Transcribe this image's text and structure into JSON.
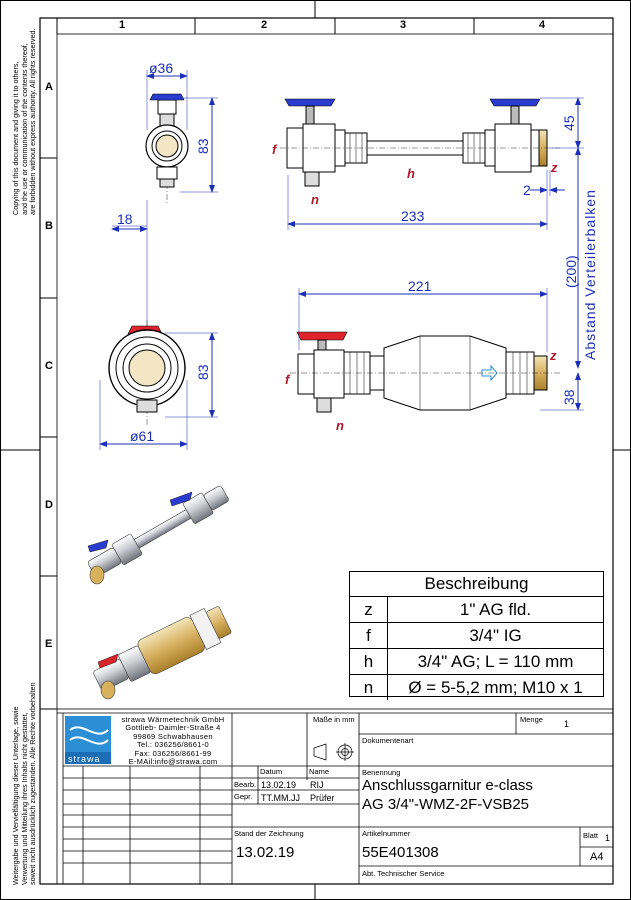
{
  "frame": {
    "columns": [
      "1",
      "2",
      "3",
      "4"
    ],
    "rows": [
      "A",
      "B",
      "C",
      "D",
      "E"
    ]
  },
  "copyright_en": [
    "Copying of this document and giving it to others,",
    "and the use or communication of the contents thereof,",
    "are forbidden without express authority. All rights reserved."
  ],
  "copyright_de": [
    "Weitergabe und Vervielfältigung dieser Unterlage, sowie",
    "Verwertung und Mitteilung ihres Inhalts nicht gestattet,",
    "soweit nicht ausdrücklich zugestanden. Alle Rechte vorbehalten"
  ],
  "dims": {
    "d36": "ø36",
    "h83a": "83",
    "w18": "18",
    "h83b": "83",
    "d61": "ø61",
    "h45": "45",
    "w2": "2",
    "l233": "233",
    "l221": "221",
    "h38": "38",
    "spacing": "(200)",
    "spacing_label": "Abstand Verteilerbalken"
  },
  "labels": {
    "f": "f",
    "n": "n",
    "h": "h",
    "z": "z"
  },
  "description": {
    "title": "Beschreibung",
    "rows": [
      {
        "key": "z",
        "value": "1\" AG fld."
      },
      {
        "key": "f",
        "value": "3/4\" IG"
      },
      {
        "key": "h",
        "value": "3/4\" AG; L = 110 mm"
      },
      {
        "key": "n",
        "value": "Ø = 5-5,2 mm; M10 x 1"
      }
    ]
  },
  "company": {
    "logo_text": "strawa",
    "lines": [
      "strawa Wärmetechnik GmbH",
      "Gottlieb- Daimler-Straße 4",
      "99869 Schwabhausen",
      "Tel.: 036256/8661-0",
      "Fax: 036256/8661-99",
      "E-MAil:info@strawa.com"
    ]
  },
  "titleblock": {
    "units_label": "Maße in mm",
    "menge_label": "Menge",
    "menge_value": "1",
    "doc_type_label": "Dokumentenart",
    "datum_label": "Datum",
    "name_label": "Name",
    "bearb_label": "Bearb.",
    "bearb_date": "13.02.19",
    "bearb_name": "RIJ",
    "gepr_label": "Gepr.",
    "gepr_date": "TT.MM.JJ",
    "gepr_name": "Prüfer",
    "benennung_label": "Benennung",
    "title_line1": "Anschlussgarnitur e-class",
    "title_line2": "AG 3/4\"-WMZ-2F-VSB25",
    "stand_label": "Stand der Zeichnung",
    "stand_value": "13.02.19",
    "artikel_label": "Artikelnummer",
    "artikel_value": "55E401308",
    "blatt_label": "Blatt",
    "blatt_value": "1",
    "format": "A4",
    "dept": "Abt. Technischer Service"
  }
}
